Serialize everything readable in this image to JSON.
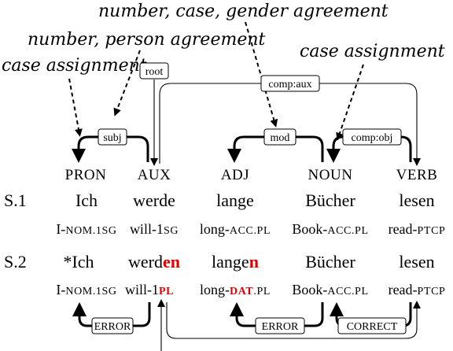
{
  "annotations": {
    "number_case_gender": "number, case, gender agreement",
    "number_person": "number, person agreement",
    "case_left": "case assignment",
    "case_right": "case assignment"
  },
  "arc_labels": {
    "root": "root",
    "comp_aux": "comp:aux",
    "subj": "subj",
    "mod": "mod",
    "comp_obj": "comp:obj",
    "error1": "ERROR",
    "error2": "ERROR",
    "correct": "CORRECT"
  },
  "pos_tags": [
    "PRON",
    "AUX",
    "ADJ",
    "NOUN",
    "VERB"
  ],
  "s1": {
    "label": "S.1",
    "words": [
      "Ich",
      "werde",
      "lange",
      "Bücher",
      "lesen"
    ],
    "gloss": [
      {
        "a": "I-",
        "b": "NOM.1SG"
      },
      {
        "a": "will-1",
        "b": "SG"
      },
      {
        "a": "long-",
        "b": "ACC.PL"
      },
      {
        "a": "Book-",
        "b": "ACC.PL"
      },
      {
        "a": "read-",
        "b": "PTCP"
      }
    ]
  },
  "s2": {
    "label": "S.2",
    "w1": "*Ich",
    "w2_base": "werd",
    "w2_err": "en",
    "w3_base": "lange",
    "w3_err": "n",
    "w4": "Bücher",
    "w5": "lesen",
    "g1a": "I-",
    "g1b": "NOM.1SG",
    "g2a": "will-1",
    "g2b": "PL",
    "g3a": "long-",
    "g3b": "DAT",
    "g3c": ".PL",
    "g4a": "Book-",
    "g4b": "ACC.PL",
    "g5a": "read-",
    "g5b": "PTCP"
  }
}
